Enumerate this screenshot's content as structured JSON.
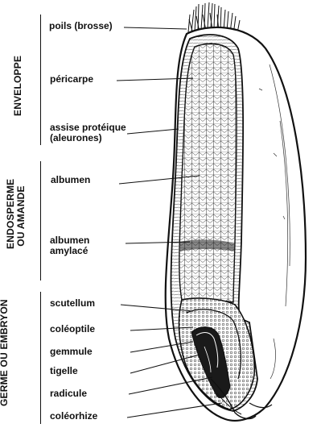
{
  "groups": [
    {
      "title": "ENVELOPPE"
    },
    {
      "title": "ENDOSPERME",
      "title2": "OU AMANDE"
    },
    {
      "title": "GERME OU EMBRYON"
    }
  ],
  "labels": {
    "poils": "poils (brosse)",
    "pericarpe": "péricarpe",
    "assise1": "assise protéique",
    "assise2": "(aleurones)",
    "albumen": "albumen",
    "amylace1": "albumen",
    "amylace2": "amylacé",
    "scutellum": "scutellum",
    "coleoptile": "coléoptile",
    "gemmule": "gemmule",
    "tigelle": "tigelle",
    "radicule": "radicule",
    "coleorhize": "coléorhize"
  },
  "colors": {
    "ink": "#111111",
    "background": "#ffffff"
  }
}
